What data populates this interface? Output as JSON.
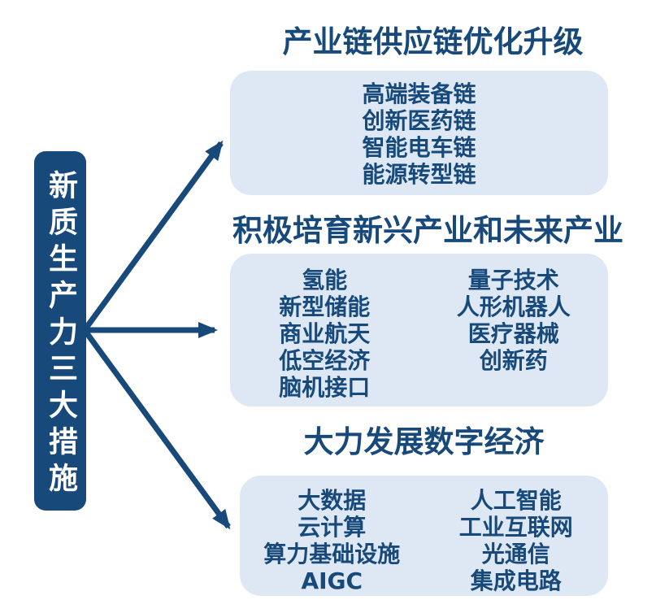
{
  "colors": {
    "accent_dark_blue": "#17497B",
    "panel_light_blue": "#DDE8F4",
    "root_label_text": "#FFFFFF",
    "background": "#FFFFFF"
  },
  "root": {
    "label": "新质生产力三大措施"
  },
  "sections": [
    {
      "id": "industry-supply-chain",
      "title": "产业链供应链优化升级",
      "columns": [
        {
          "items": [
            "高端装备链",
            "创新医药链",
            "智能电车链",
            "能源转型链"
          ]
        }
      ]
    },
    {
      "id": "emerging-future-industries",
      "title": "积极培育新兴产业和未来产业",
      "columns": [
        {
          "items": [
            "氢能",
            "新型储能",
            "商业航天",
            "低空经济",
            "脑机接口"
          ]
        },
        {
          "items": [
            "量子技术",
            "人形机器人",
            "医疗器械",
            "创新药"
          ]
        }
      ]
    },
    {
      "id": "digital-economy",
      "title": "大力发展数字经济",
      "columns": [
        {
          "items": [
            "大数据",
            "云计算",
            "算力基础设施",
            "AIGC"
          ]
        },
        {
          "items": [
            "人工智能",
            "工业互联网",
            "光通信",
            "集成电路"
          ]
        }
      ]
    }
  ]
}
